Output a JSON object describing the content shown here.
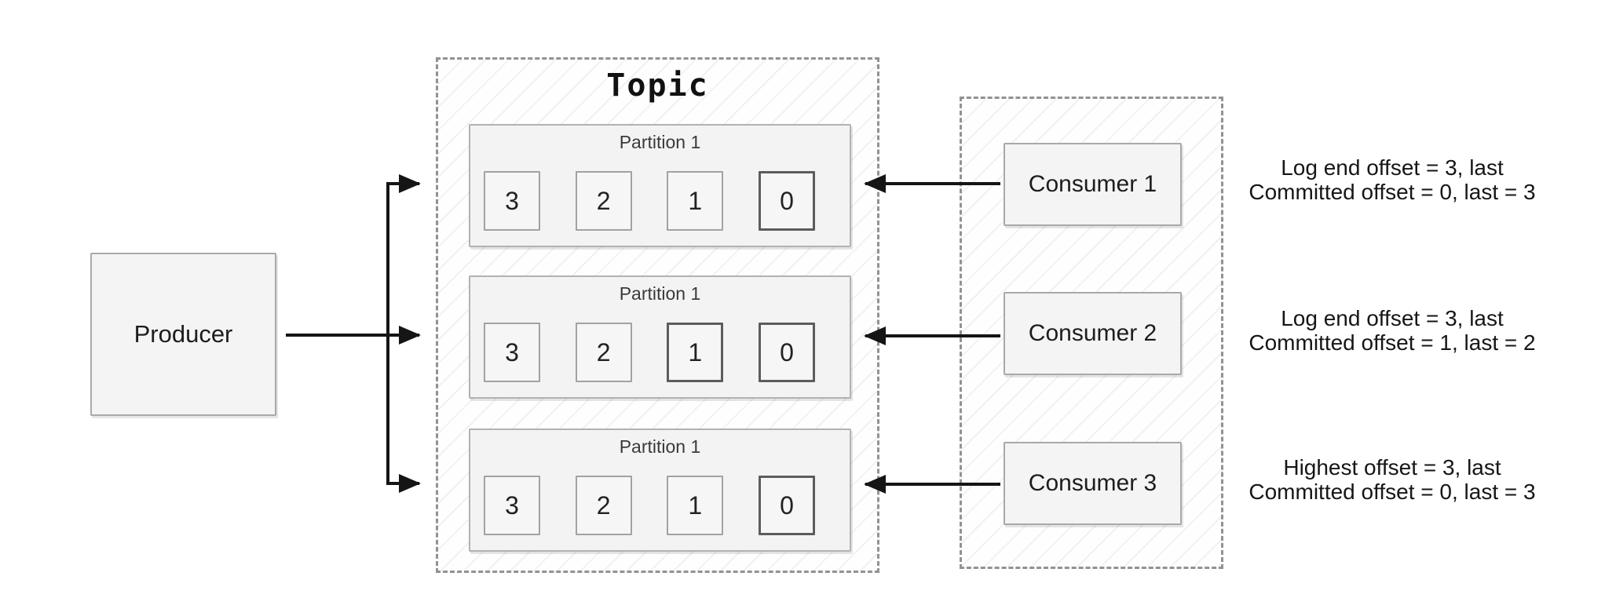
{
  "producer": {
    "label": "Producer"
  },
  "topic": {
    "title": "Topic",
    "partitions": [
      {
        "label": "Partition 1",
        "cells": [
          {
            "value": "3",
            "highlighted": false
          },
          {
            "value": "2",
            "highlighted": false
          },
          {
            "value": "1",
            "highlighted": false
          },
          {
            "value": "0",
            "highlighted": true
          }
        ]
      },
      {
        "label": "Partition 1",
        "cells": [
          {
            "value": "3",
            "highlighted": false
          },
          {
            "value": "2",
            "highlighted": false
          },
          {
            "value": "1",
            "highlighted": true
          },
          {
            "value": "0",
            "highlighted": true
          }
        ]
      },
      {
        "label": "Partition 1",
        "cells": [
          {
            "value": "3",
            "highlighted": false
          },
          {
            "value": "2",
            "highlighted": false
          },
          {
            "value": "1",
            "highlighted": false
          },
          {
            "value": "0",
            "highlighted": true
          }
        ]
      }
    ]
  },
  "consumer_group": {
    "consumers": [
      {
        "label": "Consumer 1"
      },
      {
        "label": "Consumer 2"
      },
      {
        "label": "Consumer 3"
      }
    ]
  },
  "annotations": [
    {
      "lines": [
        "Log end offset = 3, last",
        "Committed offset = 0, last = 3"
      ]
    },
    {
      "lines": [
        "Log end offset = 3, last",
        "Committed offset = 1, last = 2"
      ]
    },
    {
      "lines": [
        "Highest offset = 3, last",
        "Committed offset = 0, last = 3"
      ]
    }
  ],
  "colors": {
    "arrow": "#151515",
    "dashed_border": "#929292",
    "box_fill": "#f4f4f4",
    "box_border": "#a9a9a9",
    "cell_highlight_border": "#5c5c5c"
  }
}
